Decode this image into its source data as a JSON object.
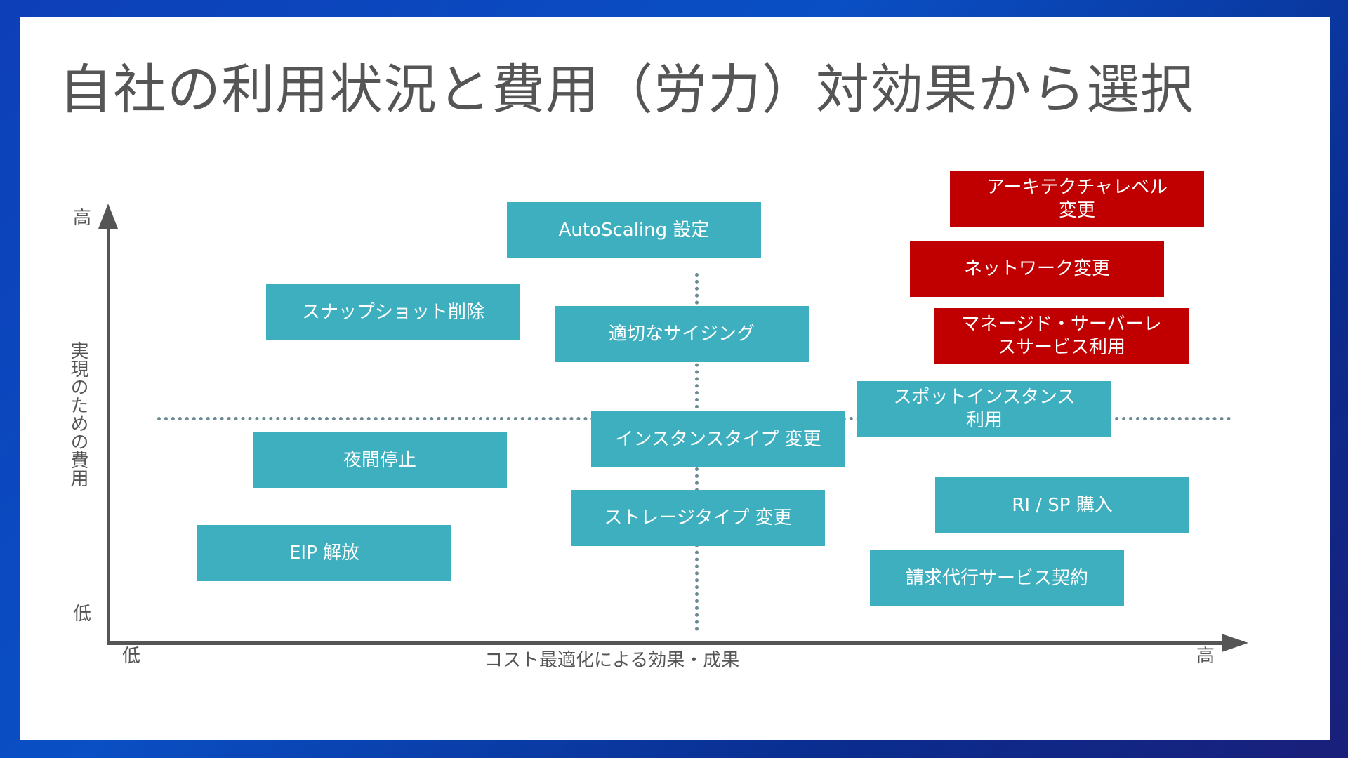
{
  "title": "自社の利用状況と費用（労力）対効果から選択",
  "y_axis": {
    "label": "実現のための費用",
    "high": "高",
    "low": "低"
  },
  "x_axis": {
    "label": "コスト最適化による効果・成果",
    "low": "低",
    "high": "高"
  },
  "items": [
    {
      "id": "autoscaling",
      "text": "AutoScaling 設定",
      "color": "#3eafbf"
    },
    {
      "id": "snapshot",
      "text": "スナップショット削除",
      "color": "#3eafbf"
    },
    {
      "id": "sizing",
      "text": "適切なサイジング",
      "color": "#3eafbf"
    },
    {
      "id": "night",
      "text": "夜間停止",
      "color": "#3eafbf"
    },
    {
      "id": "eip",
      "text": "EIP 解放",
      "color": "#3eafbf"
    },
    {
      "id": "instance-type",
      "text": "インスタンスタイプ 変更",
      "color": "#3eafbf"
    },
    {
      "id": "storage-type",
      "text": "ストレージタイプ 変更",
      "color": "#3eafbf"
    },
    {
      "id": "spot",
      "text": "スポットインスタンス\n利用",
      "color": "#3eafbf"
    },
    {
      "id": "ri-sp",
      "text": "RI / SP 購入",
      "color": "#3eafbf"
    },
    {
      "id": "billing",
      "text": "請求代行サービス契約",
      "color": "#3eafbf"
    },
    {
      "id": "architecture",
      "text": "アーキテクチャレベル\n変更",
      "color": "#c00000"
    },
    {
      "id": "network",
      "text": "ネットワーク変更",
      "color": "#c00000"
    },
    {
      "id": "managed",
      "text": "マネージド・サーバーレ\nスサービス利用",
      "color": "#c00000"
    }
  ]
}
